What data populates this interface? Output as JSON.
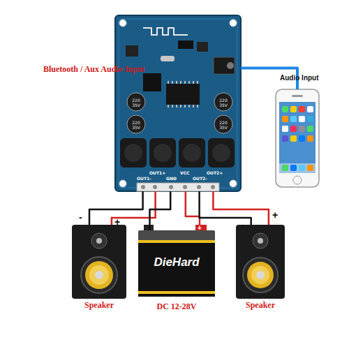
{
  "diagram": {
    "nodes": [
      {
        "text": [
          "Bluetooth / Aux Audio Input"
        ]
      },
      {
        "text": [
          "Audio Input"
        ]
      },
      {
        "text": [
          "Speaker"
        ]
      },
      {
        "text": [
          "DieHard",
          "DC 12-28V"
        ]
      },
      {
        "text": [
          "Speaker"
        ]
      }
    ],
    "edges": [
      {
        "from": 0,
        "to": 1,
        "arrow": "none"
      },
      {
        "from": 0,
        "to": 2,
        "arrow": "none"
      },
      {
        "from": 0,
        "to": 2,
        "arrow": "none"
      },
      {
        "from": 0,
        "to": 3,
        "arrow": "none"
      },
      {
        "from": 0,
        "to": 3,
        "arrow": "none"
      },
      {
        "from": 0,
        "to": 4,
        "arrow": "none"
      },
      {
        "from": 0,
        "to": 4,
        "arrow": "none"
      }
    ],
    "labels": [
      "220 35V",
      "220 35V",
      "220 35V",
      "220 35V",
      "OUT1-",
      "OUT1+",
      "GND",
      "VCC",
      "OUT2-",
      "OUT2+",
      "-",
      "+",
      "+",
      "-",
      "+"
    ]
  }
}
